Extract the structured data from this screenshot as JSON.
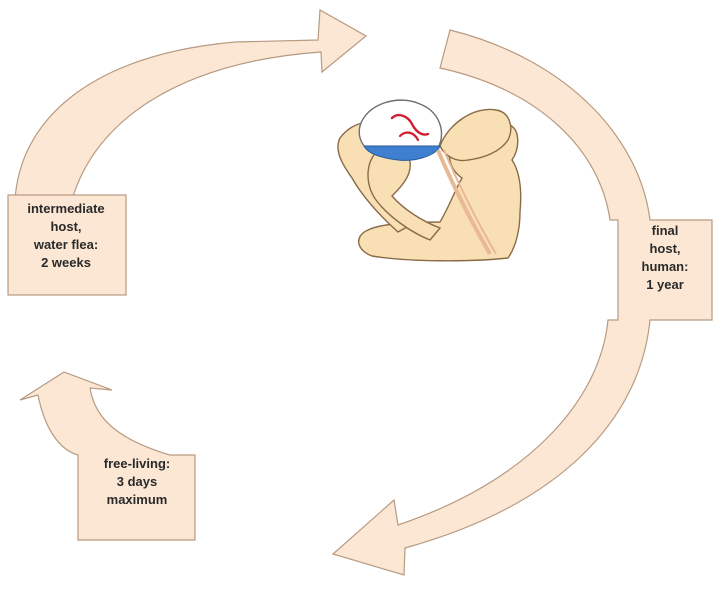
{
  "diagram": {
    "stages": [
      {
        "id": "intermediate",
        "label": "intermediate\nhost,\nwater flea:\n2 weeks"
      },
      {
        "id": "final",
        "label": "final\nhost,\nhuman:\n1 year"
      },
      {
        "id": "free-living",
        "label": "free-living:\n3 days\nmaximum"
      }
    ],
    "colors": {
      "arrow_fill": "#fbe7d4",
      "arrow_stroke": "#b89a80",
      "skin": "#f8e0b4",
      "skin_outline": "#8a6a48",
      "water": "#3f7fd0",
      "worm": "#d01e2e"
    }
  }
}
